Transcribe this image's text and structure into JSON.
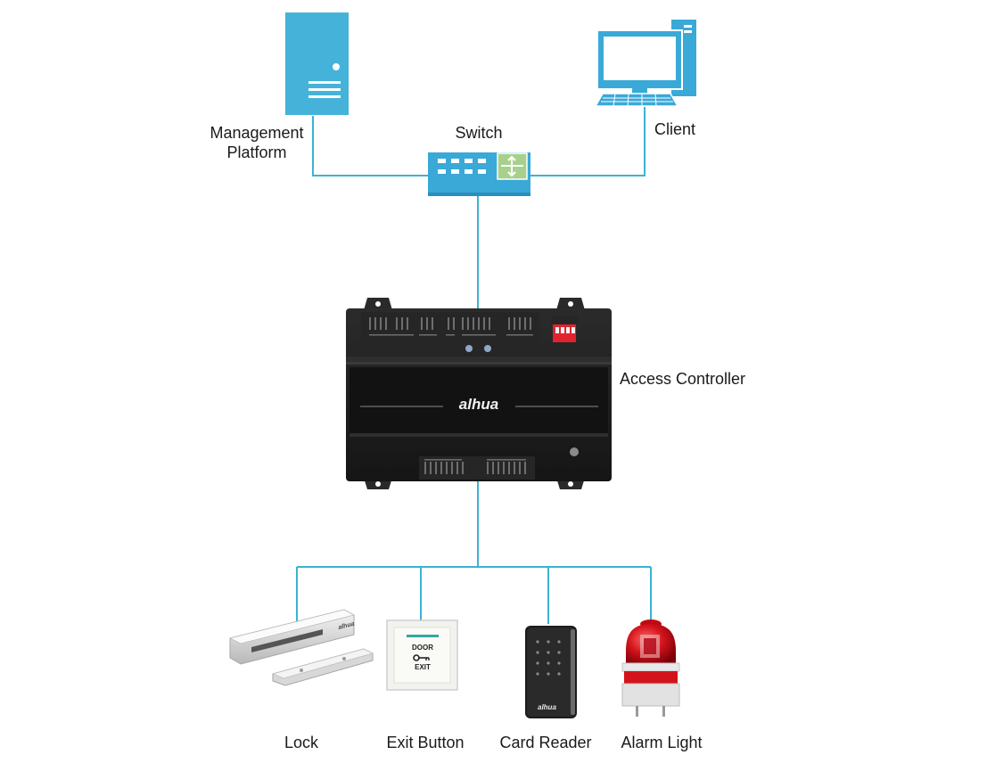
{
  "nodes": {
    "management_platform": {
      "label": "Management\nPlatform",
      "icon": "server-icon"
    },
    "switch": {
      "label": "Switch",
      "icon": "network-switch-icon"
    },
    "client": {
      "label": "Client",
      "icon": "desktop-computer-icon"
    },
    "access_controller": {
      "label": "Access Controller",
      "icon": "access-controller-device",
      "brand": "alhua"
    },
    "lock": {
      "label": "Lock",
      "icon": "magnetic-lock-icon"
    },
    "exit_button": {
      "label": "Exit Button",
      "icon": "exit-button-icon",
      "face_text_top": "DOOR",
      "face_text_bottom": "EXIT"
    },
    "card_reader": {
      "label": "Card Reader",
      "icon": "card-reader-icon",
      "brand": "alhua"
    },
    "alarm_light": {
      "label": "Alarm Light",
      "icon": "alarm-light-icon"
    }
  },
  "colors": {
    "connector": "#3db2d3",
    "server": "#45b3d9",
    "switch_body": "#3aa9d8",
    "monitor": "#3aa9d8",
    "controller_body": "#1f1f1f",
    "alarm_red": "#d3131b"
  }
}
